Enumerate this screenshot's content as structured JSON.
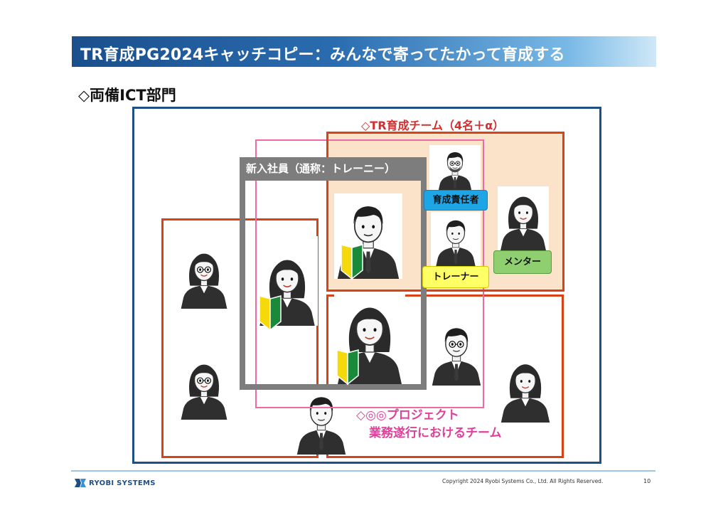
{
  "header": {
    "title": "TR育成PG2024キャッチコピー：みんなで寄ってたかって育成する"
  },
  "section": {
    "title": "◇両備ICT部門"
  },
  "diagram": {
    "tr_team_label": "◇TR育成チーム（4名＋α）",
    "trainee_label": "新入社員（通称：トレーニー）",
    "project_label_line1": "◇◎◎プロジェクト",
    "project_label_line2": "業務遂行におけるチーム",
    "roles": {
      "supervisor": "育成責任者",
      "trainer": "トレーナー",
      "mentor": "メンター"
    }
  },
  "footer": {
    "logo_text": "RYOBI SYSTEMS",
    "copyright": "Copyright 2024 Ryobi Systems Co., Ltd. All Rights Reserved.",
    "page_number": "10"
  },
  "colors": {
    "title_bar": "#1a4f8c",
    "department_border": "#1e4f86",
    "team_border": "#d84315",
    "team_fill": "#fbe3c9",
    "project_border": "#ee6aa7",
    "project_text": "#e0409a",
    "trainee_border": "#7d7d7d",
    "tr_team_text": "#d32f2f",
    "badge_supervisor": "#1ea5e6",
    "badge_trainer": "#ffff66",
    "badge_mentor": "#8fcf6f"
  },
  "icons": [
    "person-man-icon",
    "person-woman-icon",
    "beginner-mark-icon",
    "ryobi-logo-icon"
  ]
}
